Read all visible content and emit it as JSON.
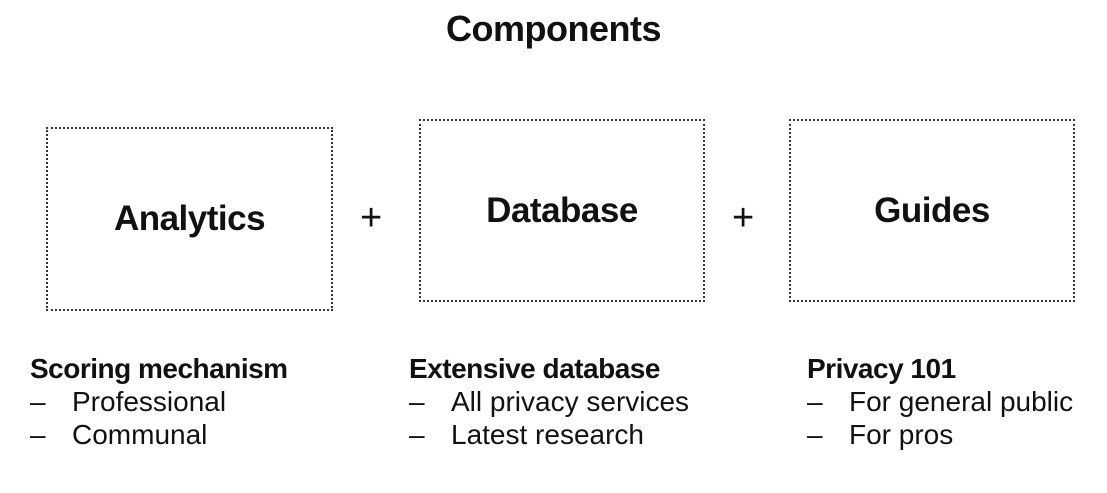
{
  "title": "Components",
  "operators": [
    "+",
    "+"
  ],
  "components": [
    {
      "name": "Analytics",
      "heading": "Scoring mechanism",
      "items": [
        "Professional",
        "Communal"
      ]
    },
    {
      "name": "Database",
      "heading": "Extensive database",
      "items": [
        "All privacy services",
        "Latest research"
      ]
    },
    {
      "name": "Guides",
      "heading": "Privacy 101",
      "items": [
        "For general public",
        "For pros"
      ]
    }
  ],
  "bullet": "–"
}
